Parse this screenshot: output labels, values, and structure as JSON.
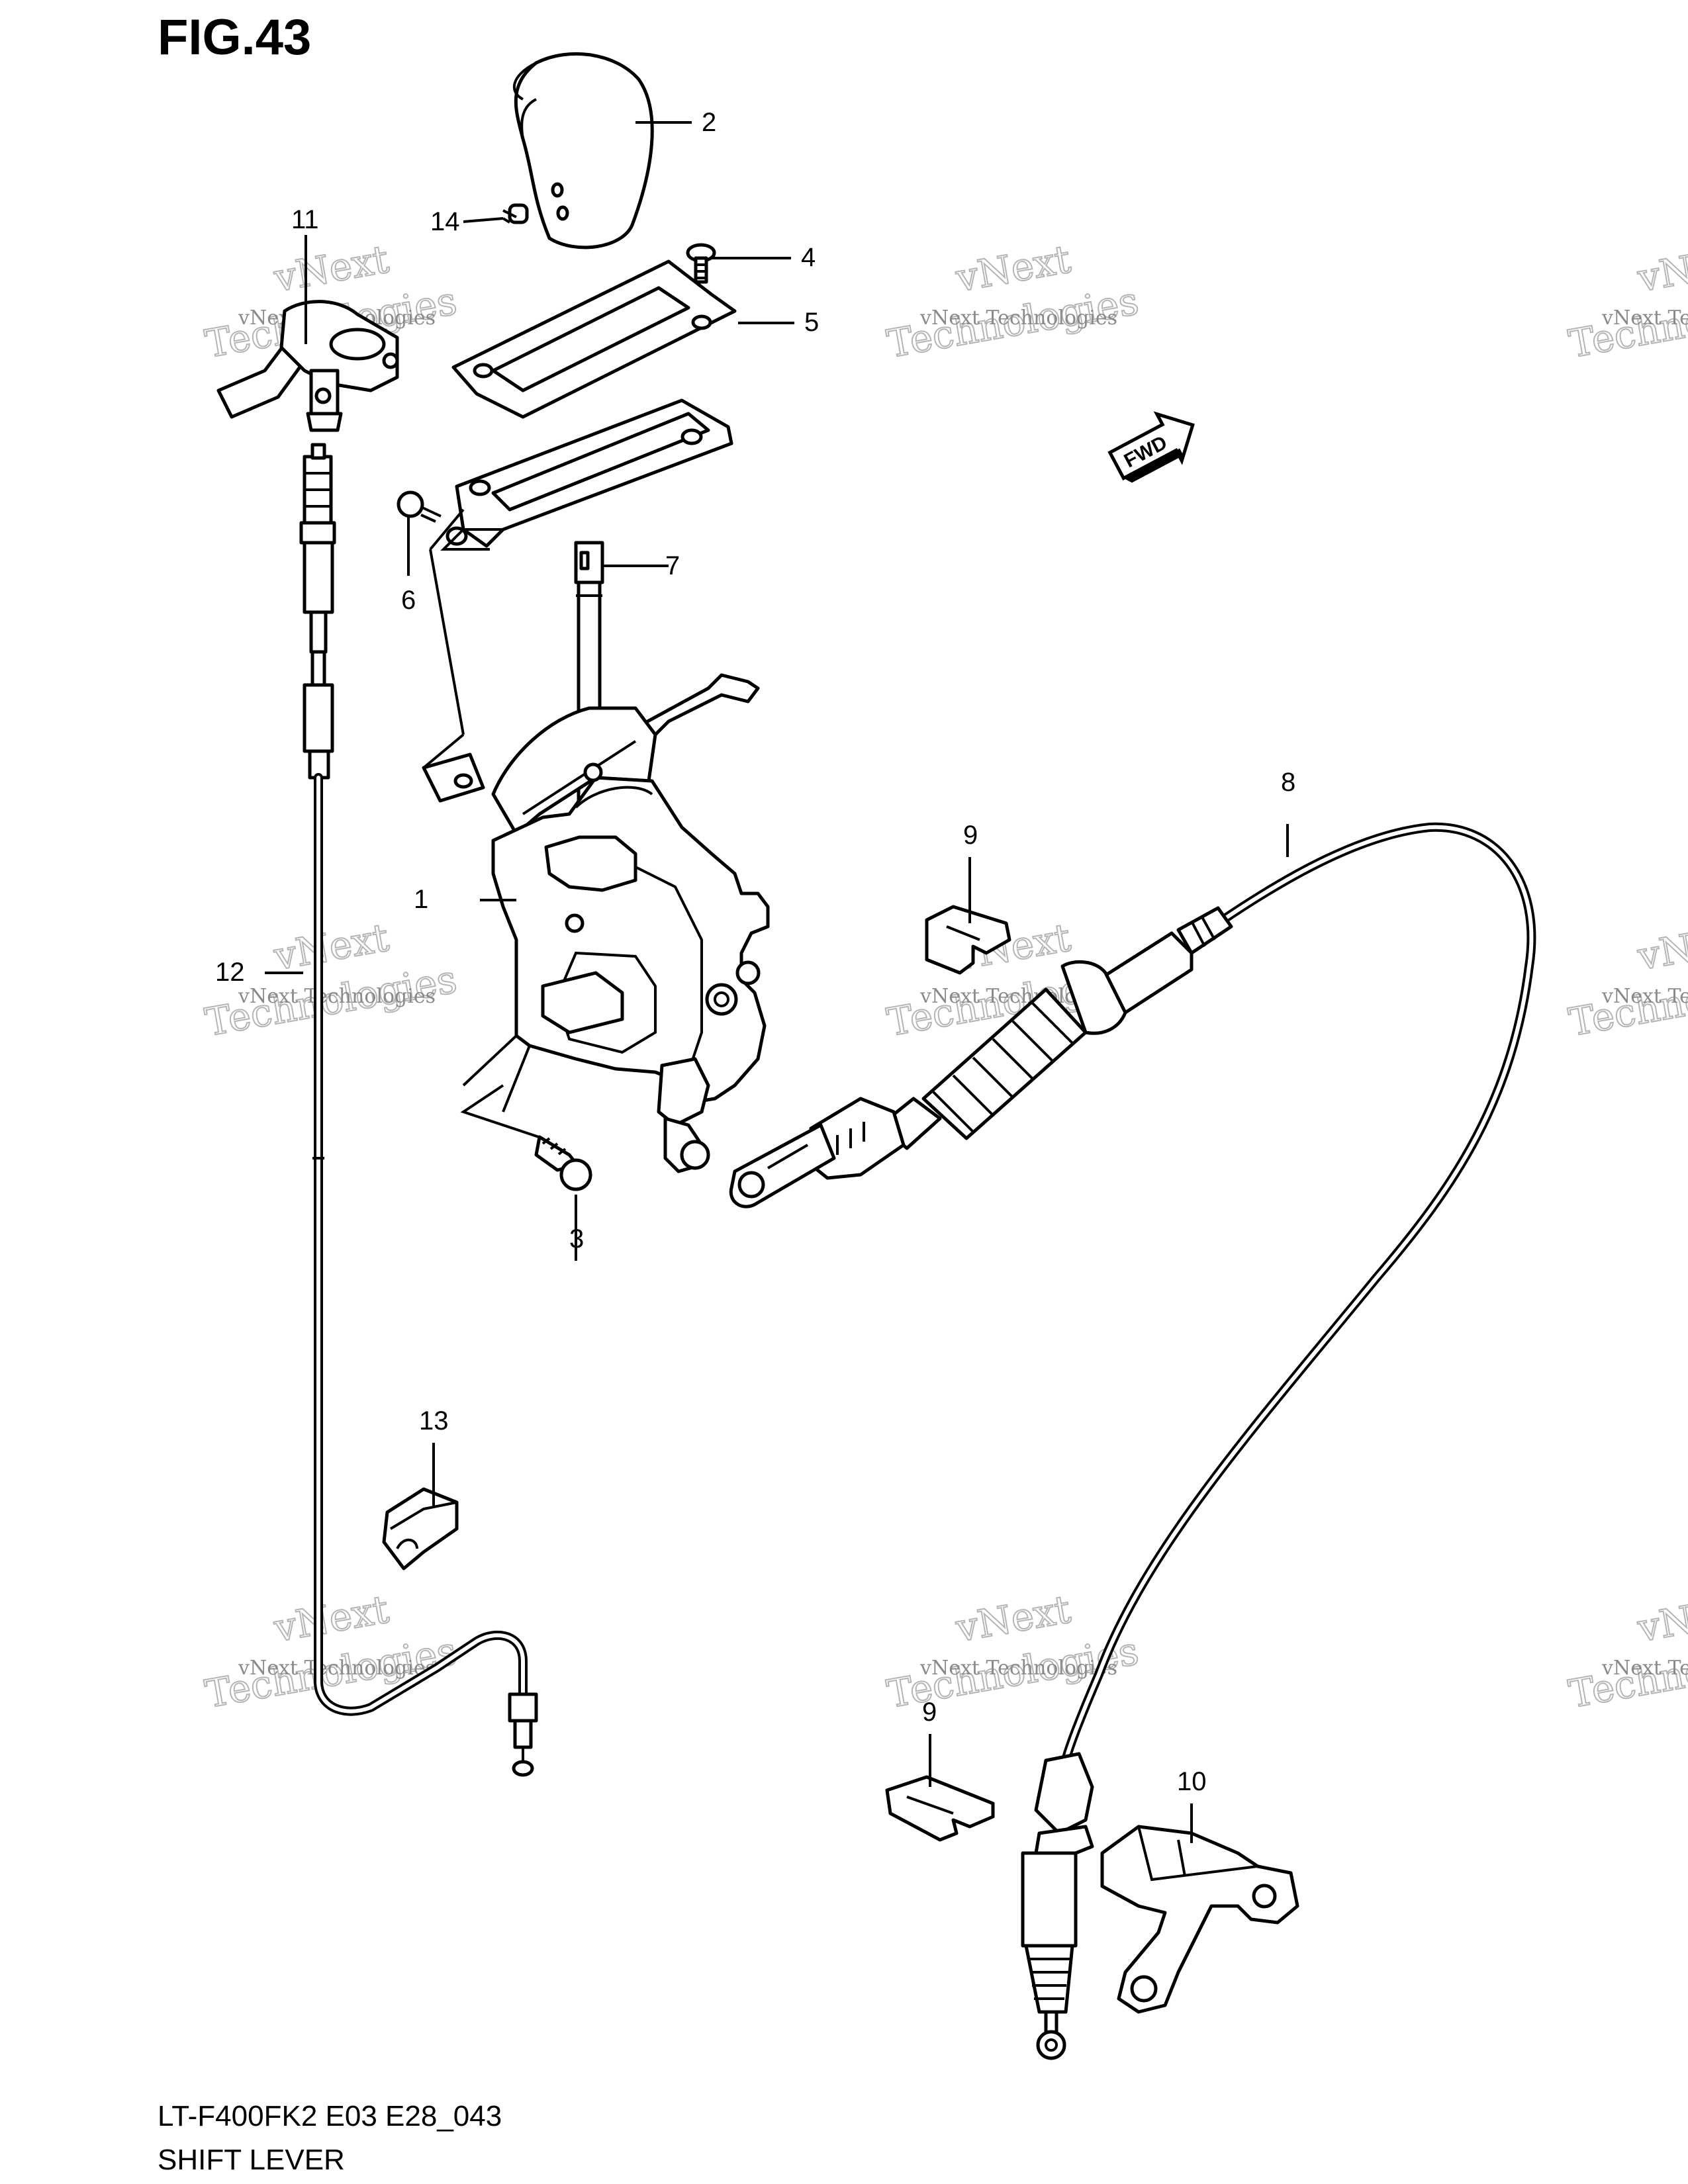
{
  "figure": {
    "title": "FIG.43"
  },
  "footer": {
    "model_code": "LT-F400FK2 E03 E28_043",
    "section_name": "SHIFT LEVER"
  },
  "fwd_badge": {
    "text": "FWD"
  },
  "watermark": {
    "line1": "vNext Technologies",
    "big1": "vNext",
    "big2": "Technologies"
  },
  "callouts": [
    "1",
    "2",
    "3",
    "4",
    "5",
    "6",
    "7",
    "8",
    "9",
    "9",
    "10",
    "11",
    "12",
    "13",
    "14"
  ],
  "colors": {
    "ink": "#000000",
    "watermark": "#b5b5b5",
    "background": "#ffffff"
  }
}
